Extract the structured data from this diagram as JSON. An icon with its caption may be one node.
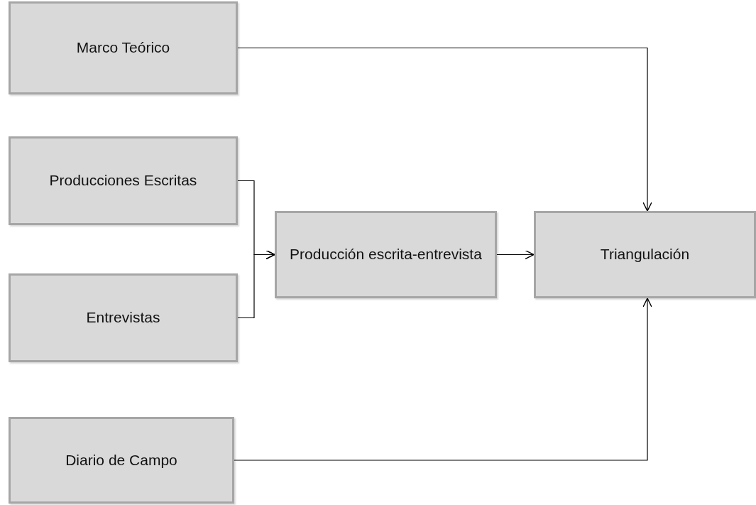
{
  "diagram": {
    "nodes": [
      {
        "text": [
          "Marco Teórico"
        ]
      },
      {
        "text": [
          "Producciones Escritas"
        ]
      },
      {
        "text": [
          "Entrevistas"
        ]
      },
      {
        "text": [
          "Diario de Campo"
        ]
      },
      {
        "text": [
          "Producción escrita-entrevista"
        ]
      },
      {
        "text": [
          "Triangulación"
        ]
      }
    ],
    "edges": [
      {
        "from": 0,
        "to": 5,
        "arrow": "to"
      },
      {
        "from": 1,
        "to": 4,
        "arrow": "to"
      },
      {
        "from": 2,
        "to": 4,
        "arrow": "to"
      },
      {
        "from": 4,
        "to": 5,
        "arrow": "to"
      },
      {
        "from": 3,
        "to": 5,
        "arrow": "to"
      }
    ]
  }
}
